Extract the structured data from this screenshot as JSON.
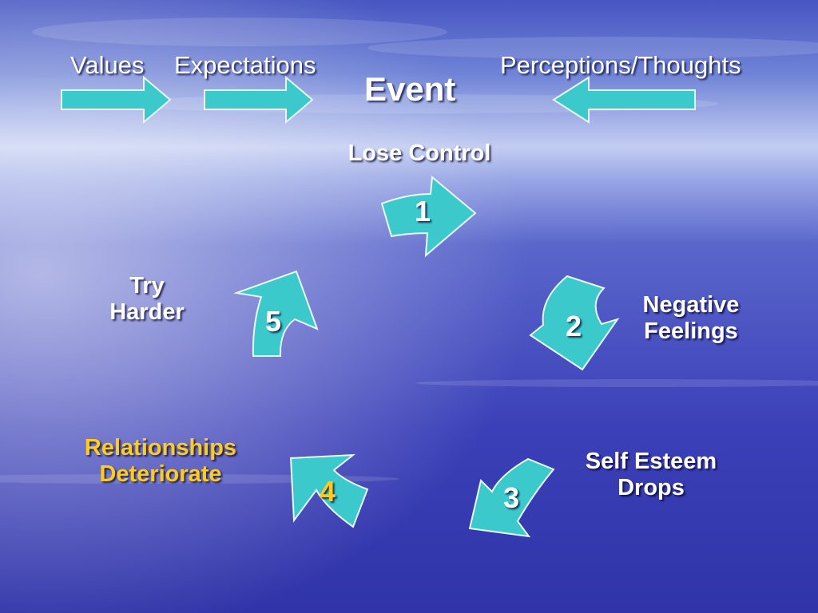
{
  "colors": {
    "arrow_fill": "#3cc9cc",
    "arrow_stroke": "#e9f6f6",
    "text": "#ffffff",
    "highlight": "#ffcc1a",
    "sky_top": "#4a59c4",
    "horizon": "#c9d3f5",
    "sea": "#3a3fb8"
  },
  "top_labels": {
    "values": "Values",
    "expectations": "Expectations",
    "perceptions": "Perceptions/Thoughts"
  },
  "center": {
    "event": "Event"
  },
  "stages": [
    {
      "number": "1",
      "lines": [
        "Lose Control"
      ]
    },
    {
      "number": "2",
      "lines": [
        "Negative",
        "Feelings"
      ]
    },
    {
      "number": "3",
      "lines": [
        "Self Esteem",
        "Drops"
      ]
    },
    {
      "number": "4",
      "lines": [
        "Relationships",
        "Deteriorate"
      ]
    },
    {
      "number": "5",
      "lines": [
        "Try",
        "Harder"
      ]
    }
  ]
}
